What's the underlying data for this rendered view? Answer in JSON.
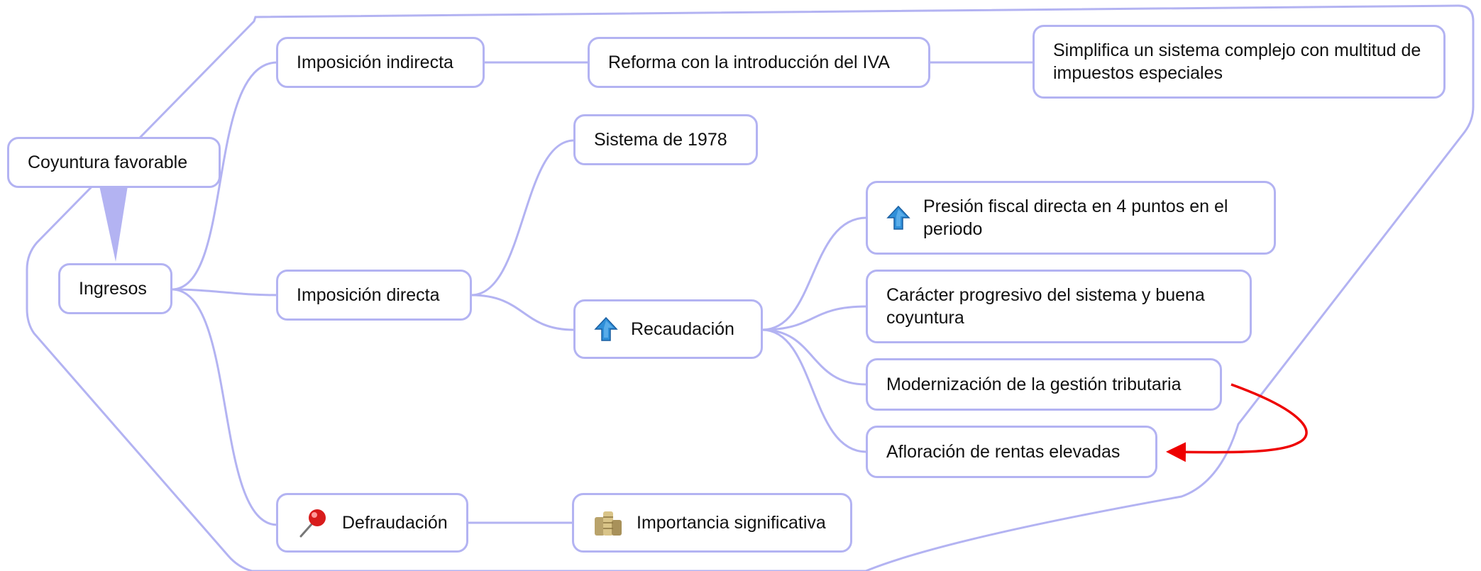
{
  "colors": {
    "border": "#b3b3f2",
    "connector": "#b3b3f2",
    "boundary": "#b3b3f2",
    "relationship_arrow": "#ee0000",
    "text": "#111111"
  },
  "nodes": {
    "coyuntura": {
      "label": "Coyuntura favorable"
    },
    "ingresos": {
      "label": "Ingresos"
    },
    "imposicion_indirecta": {
      "label": "Imposición indirecta"
    },
    "reforma_iva": {
      "label": "Reforma con la introducción del IVA"
    },
    "simplifica": {
      "label": "Simplifica un sistema complejo con multitud de impuestos especiales"
    },
    "sistema_1978": {
      "label": "Sistema de 1978"
    },
    "imposicion_directa": {
      "label": "Imposición directa"
    },
    "recaudacion": {
      "label": "Recaudación",
      "icon": "blue-up-arrow-icon"
    },
    "presion_fiscal": {
      "label": "Presión fiscal directa en 4 puntos en el periodo",
      "icon": "blue-up-arrow-icon"
    },
    "caracter_progresivo": {
      "label": "Carácter progresivo del sistema y buena coyuntura"
    },
    "modernizacion": {
      "label": "Modernización de la gestión tributaria"
    },
    "afloracion": {
      "label": "Afloración de rentas elevadas"
    },
    "defraudacion": {
      "label": "Defraudación",
      "icon": "red-pushpin-icon"
    },
    "importancia": {
      "label": "Importancia significativa",
      "icon": "coins-icon"
    }
  }
}
